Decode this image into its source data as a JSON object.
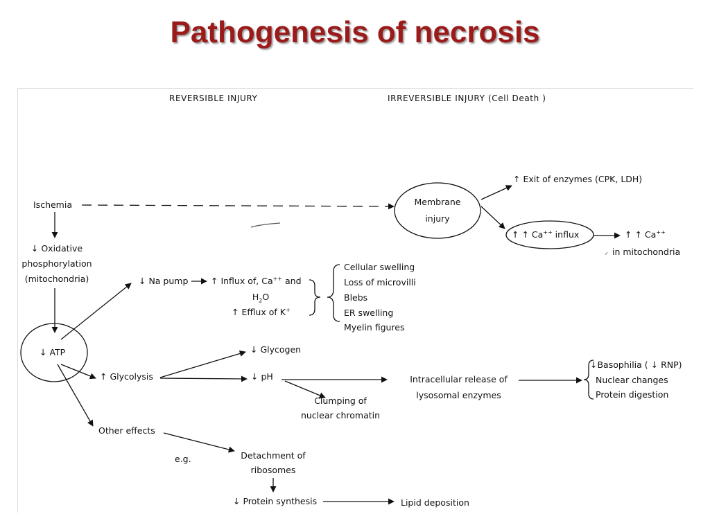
{
  "slide": {
    "title": "Pathogenesis of necrosis"
  },
  "headers": {
    "reversible": "REVERSIBLE INJURY",
    "irreversible": "IRREVERSIBLE INJURY",
    "irreversible_note": "(Cell Death )"
  },
  "nodes": {
    "ischemia": "Ischemia",
    "oxidative_1": "↓ Oxidative",
    "oxidative_2": "phosphorylation",
    "oxidative_3": "(mitochondria)",
    "atp": "↓ ATP",
    "na_pump": "↓ Na pump",
    "influx_prefix": "↑ Influx of, Ca",
    "influx_sup": "++",
    "influx_and": " and",
    "h2o_h": "H",
    "h2o_sub": "2",
    "h2o_o": "O",
    "efflux_prefix": "↑ Efflux of K",
    "efflux_sup": "+",
    "swelling_list": [
      "Cellular swelling",
      "Loss of microvilli",
      "Blebs",
      "ER swelling",
      "Myelin figures"
    ],
    "membrane_1": "Membrane",
    "membrane_2": "injury",
    "exit_enzymes": "↑ Exit of enzymes (CPK, LDH)",
    "ca_influx_prefix": "↑ ↑ Ca",
    "ca_influx_sup": "++",
    "ca_influx_suffix": " influx",
    "ca_mito_prefix": "↑ ↑ Ca",
    "ca_mito_sup": "++",
    "ca_mito_2": "in mitochondria",
    "glycogen": "↓ Glycogen",
    "glycolysis": "↑ Glycolysis",
    "ph": "↓ pH",
    "clumping_1": "Clumping of",
    "clumping_2": "nuclear chromatin",
    "release_1": "Intracellular release of",
    "release_2": "lysosomal enzymes",
    "nuclear_list": [
      "↓Basophilia ( ↓ RNP)",
      "Nuclear changes",
      "Protein digestion"
    ],
    "other_effects": "Other effects",
    "eg": "e.g.",
    "detachment_1": "Detachment of",
    "detachment_2": "ribosomes",
    "protein_synthesis": "↓ Protein synthesis",
    "lipid": "Lipid deposition"
  }
}
